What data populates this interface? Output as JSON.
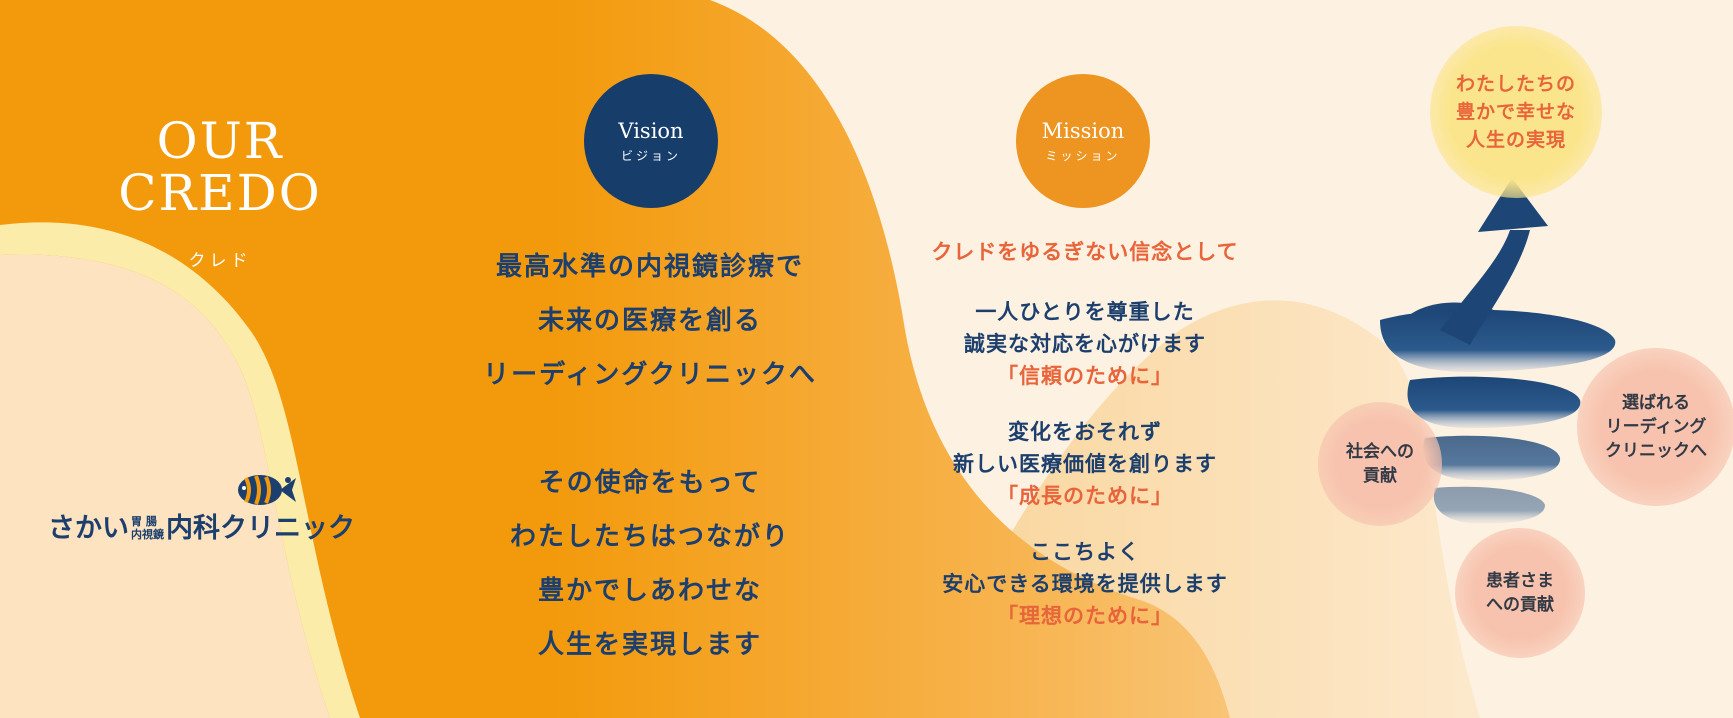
{
  "credo": {
    "title_line1": "OUR",
    "title_line2": "CREDO",
    "subtitle": "クレド"
  },
  "logo": {
    "name_part1": "さかい",
    "stack_top": "胃 腸",
    "stack_bottom": "内視鏡",
    "name_part2": "内科クリニック",
    "icon": "fish-icon"
  },
  "vision": {
    "badge_en": "Vision",
    "badge_ja": "ビジョン",
    "lines": [
      "最高水準の内視鏡診療で",
      "未来の医療を創る",
      "リーディングクリニックへ",
      "",
      "その使命をもって",
      "わたしたちはつながり",
      "豊かでしあわせな",
      "人生を実現します"
    ]
  },
  "mission": {
    "badge_en": "Mission",
    "badge_ja": "ミッション",
    "lead": "クレドをゆるぎない信念として",
    "items": [
      {
        "line1": "一人ひとりを尊重した",
        "line2": "誠実な対応を心がけます",
        "tag": "「信頼のために」"
      },
      {
        "line1": "変化をおそれず",
        "line2": "新しい医療価値を創ります",
        "tag": "「成長のために」"
      },
      {
        "line1": "ここちよく",
        "line2": "安心できる環境を提供します",
        "tag": "「理想のために」"
      }
    ]
  },
  "diagram": {
    "goal": {
      "line1": "わたしたちの",
      "line2": "豊かで幸せな",
      "line3": "人生の実現"
    },
    "society": {
      "line1": "社会への",
      "line2": "貢献"
    },
    "leading": {
      "line1": "選ばれる",
      "line2": "リーディング",
      "line3": "クリニックへ"
    },
    "patient": {
      "line1": "患者さま",
      "line2": "への貢献"
    },
    "arrow_icon": "spiral-up-arrow-icon"
  },
  "colors": {
    "orange": "#f39c12",
    "navy": "#173d6b",
    "accent_red": "#e8643a",
    "cream": "#fdf1e1",
    "yellow": "#fbe58c",
    "pink": "#f7c3ae"
  }
}
